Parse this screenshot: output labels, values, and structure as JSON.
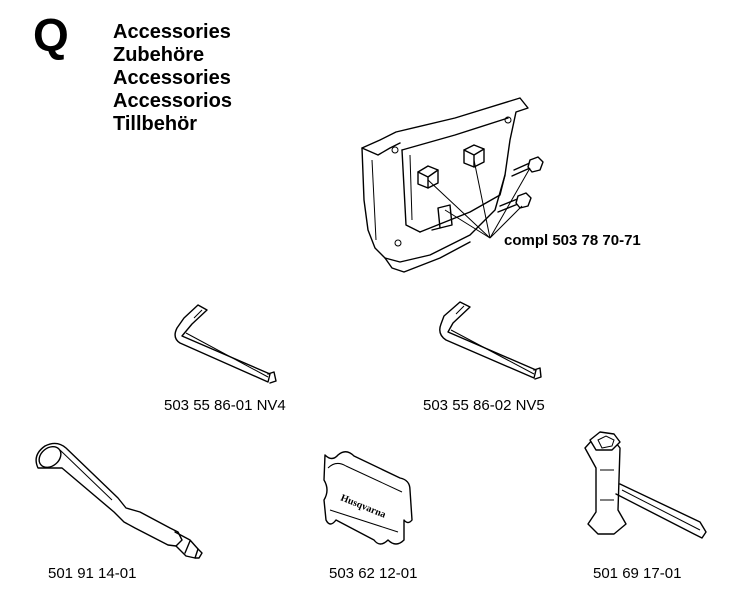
{
  "section": "Q",
  "titles": [
    "Accessories",
    "Zubehöre",
    "Accessories",
    "Accessorios",
    "Tillbehör"
  ],
  "parts": {
    "cover_kit": "compl 503 78 70-71",
    "hex_key_4": "503 55 86-01 NV4",
    "hex_key_5": "503 55 86-02 NV5",
    "grease_gun": "501 91 14-01",
    "tool_bag": "503 62 12-01",
    "combination_spanner": "501 69 17-01"
  },
  "bag_brand": "Husqvarna"
}
